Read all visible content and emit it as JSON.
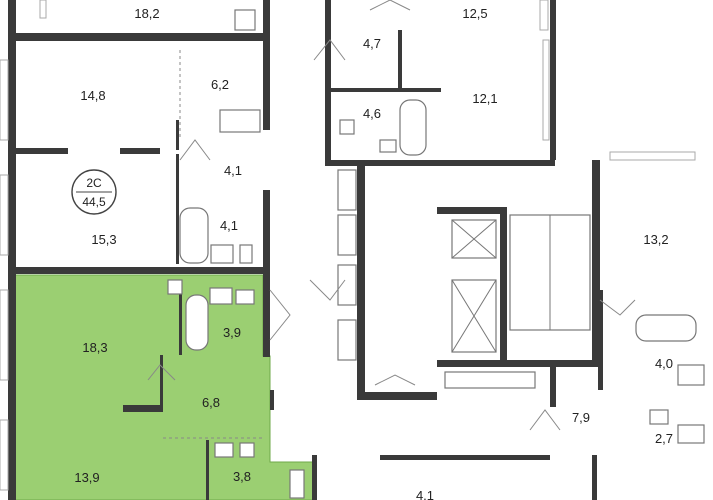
{
  "plan": {
    "highlight_color": "#9bcf72",
    "highlight_border": "#6fa94a",
    "wall_color": "#3a3a3a",
    "apartment_badge": {
      "code": "2С",
      "area": "44,5"
    },
    "room_areas": {
      "r1": "18,2",
      "r2": "12,5",
      "r3": "4,7",
      "r4": "14,8",
      "r5": "6,2",
      "r6": "4,6",
      "r7": "12,1",
      "r8": "4,1",
      "r9": "4,1",
      "r10": "15,3",
      "r11": "13,2",
      "r12": "18,3",
      "r13": "3,9",
      "r14": "4,0",
      "r15": "6,8",
      "r16": "7,9",
      "r17": "2,7",
      "r18": "13,9",
      "r19": "3,8",
      "r20": "4,1"
    }
  }
}
